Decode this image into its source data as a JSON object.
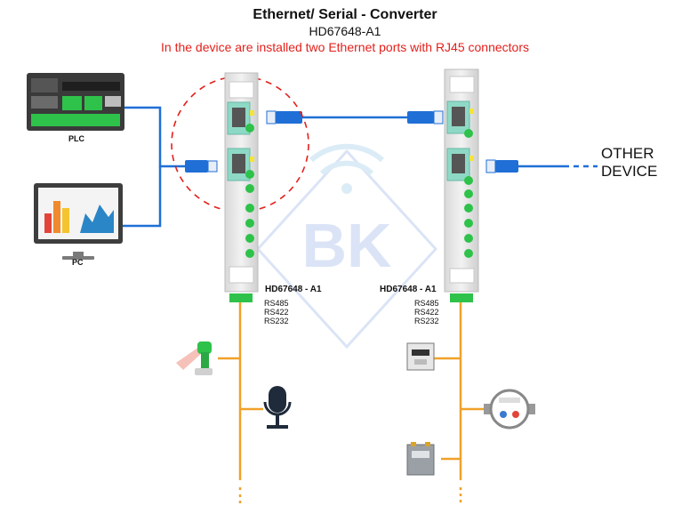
{
  "header": {
    "title": "Ethernet/ Serial - Converter",
    "model": "HD67648-A1",
    "note": "In the device are installed two Ethernet ports with RJ45 connectors"
  },
  "left_side": {
    "plc_label": "PLC",
    "pc_label": "PC"
  },
  "converter_left": {
    "model": "HD67648 - A1",
    "protocols": [
      "RS485",
      "RS422",
      "RS232"
    ]
  },
  "converter_right": {
    "model": "HD67648 - A1",
    "protocols": [
      "RS485",
      "RS422",
      "RS232"
    ]
  },
  "other_device": {
    "line1": "OTHER",
    "line2": "DEVICE"
  },
  "colors": {
    "ethernet_cable": "#1f6fd6",
    "serial_bus": "#f0a12a",
    "led_green": "#2ec24a",
    "highlight_circle": "#e3201b",
    "title_red": "#e3201b"
  },
  "icons": {
    "left_bus": [
      "barcode-scanner-icon",
      "microphone-icon"
    ],
    "right_bus": [
      "energy-meter-icon",
      "water-meter-icon",
      "gas-meter-icon"
    ]
  }
}
